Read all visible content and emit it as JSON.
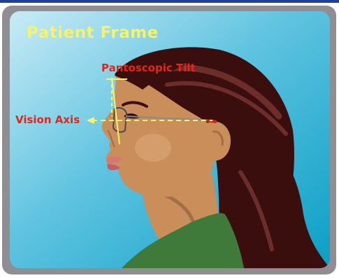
{
  "title": "Patient Frame",
  "labels": {
    "pantoscopic_tilt": "Pantoscopic Tilt",
    "vision_axis": "Vision Axis"
  },
  "colors": {
    "title": "#f6f36a",
    "labels": "#e3261a",
    "axis_line": "#f6f36a",
    "background_light": "#bfe4f2",
    "background_dark": "#0a9fc5",
    "frame": "#8f8f93",
    "hair": "#3a0e0d",
    "skin": "#c98e5a",
    "shirt": "#3f7a3a"
  },
  "icons": [
    "eyeglasses-icon",
    "arrow-left-icon"
  ]
}
